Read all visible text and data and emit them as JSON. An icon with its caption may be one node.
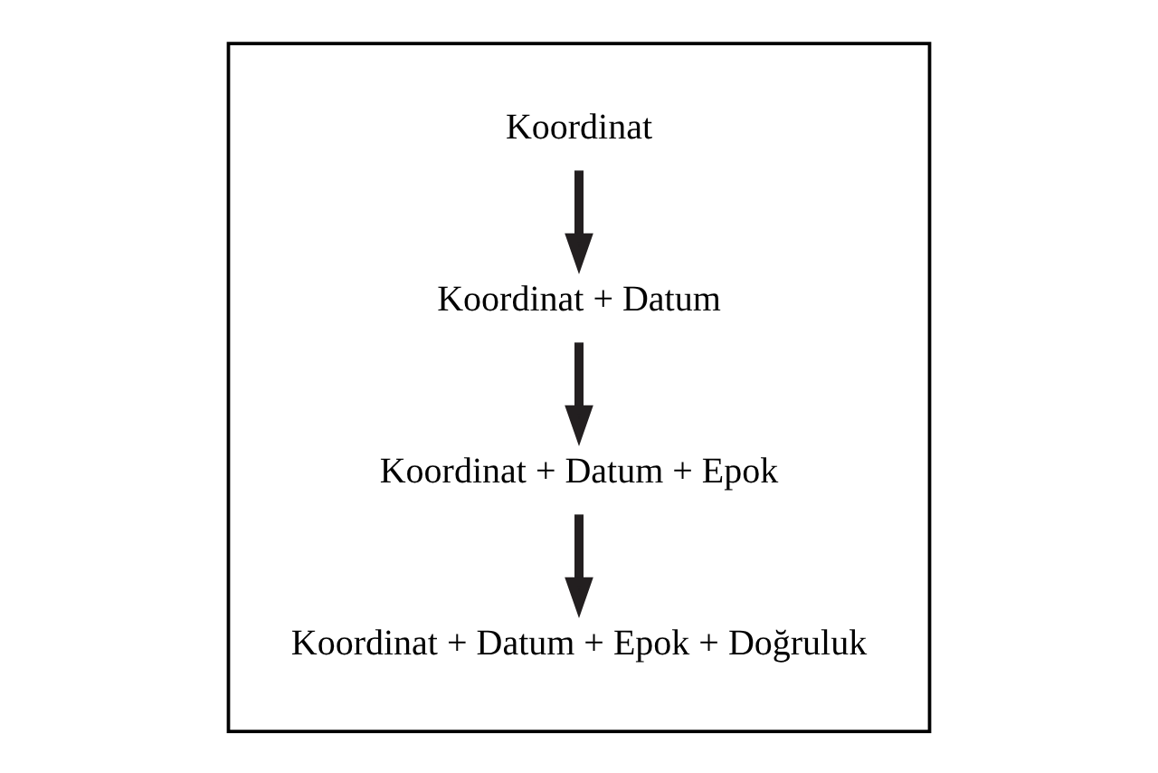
{
  "diagram": {
    "nodes": [
      {
        "text": [],
        "shape": "box"
      },
      {
        "text": [
          "Koordinat"
        ],
        "in": 0
      },
      {
        "text": [
          "Koordinat + Datum"
        ],
        "in": 0
      },
      {
        "text": [
          "Koordinat + Datum + Epok"
        ],
        "in": 0
      },
      {
        "text": [
          "Koordinat + Datum + Epok + Doğruluk"
        ],
        "in": 0
      }
    ],
    "edges": [
      {
        "from": 1,
        "to": 2,
        "arrow": "to"
      },
      {
        "from": 2,
        "to": 3,
        "arrow": "to"
      },
      {
        "from": 3,
        "to": 4,
        "arrow": "to"
      }
    ]
  }
}
